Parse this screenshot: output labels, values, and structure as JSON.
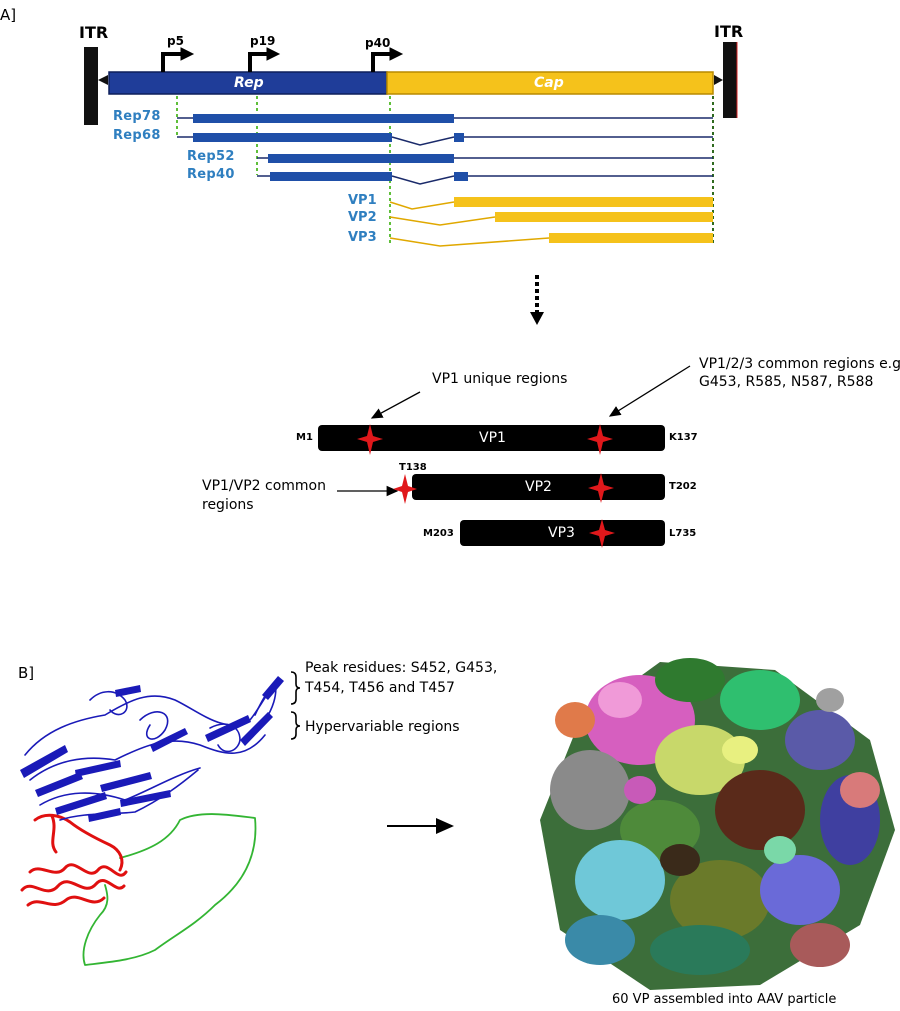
{
  "panel_a": {
    "label": "A]",
    "itr_left": "ITR",
    "itr_right": "ITR",
    "promoters": [
      "p5",
      "p19",
      "p40"
    ],
    "genes": {
      "rep": "Rep",
      "cap": "Cap"
    },
    "rep_proteins": [
      "Rep78",
      "Rep68",
      "Rep52",
      "Rep40"
    ],
    "vp_proteins": [
      "VP1",
      "VP2",
      "VP3"
    ],
    "colors": {
      "rep": "#1f3d99",
      "cap": "#f5c21b",
      "label": "#2f7fc0",
      "guide": "#5fbf3a",
      "mark": "#e0181b"
    },
    "annotations": {
      "vp1_unique": "VP1 unique regions",
      "common_line1": "VP1/2/3 common regions e.g.",
      "common_line2": "G453, R585, N587, R588",
      "vp12_line1": "VP1/VP2 common",
      "vp12_line2": "regions"
    },
    "bars": [
      {
        "name": "VP1",
        "start": "M1",
        "end": "K137"
      },
      {
        "name": "VP2",
        "start": "T138",
        "end": "T202"
      },
      {
        "name": "VP3",
        "start": "M203",
        "end": "L735"
      }
    ]
  },
  "panel_b": {
    "label": "B]",
    "peak_line1": "Peak residues: S452, G453,",
    "peak_line2": "T454, T456 and T457",
    "hypervariable": "Hypervariable regions",
    "caption": "60 VP assembled into AAV particle",
    "colors": {
      "beta": "#1a1ab8",
      "helix": "#e01010",
      "loop": "#33b533"
    }
  }
}
